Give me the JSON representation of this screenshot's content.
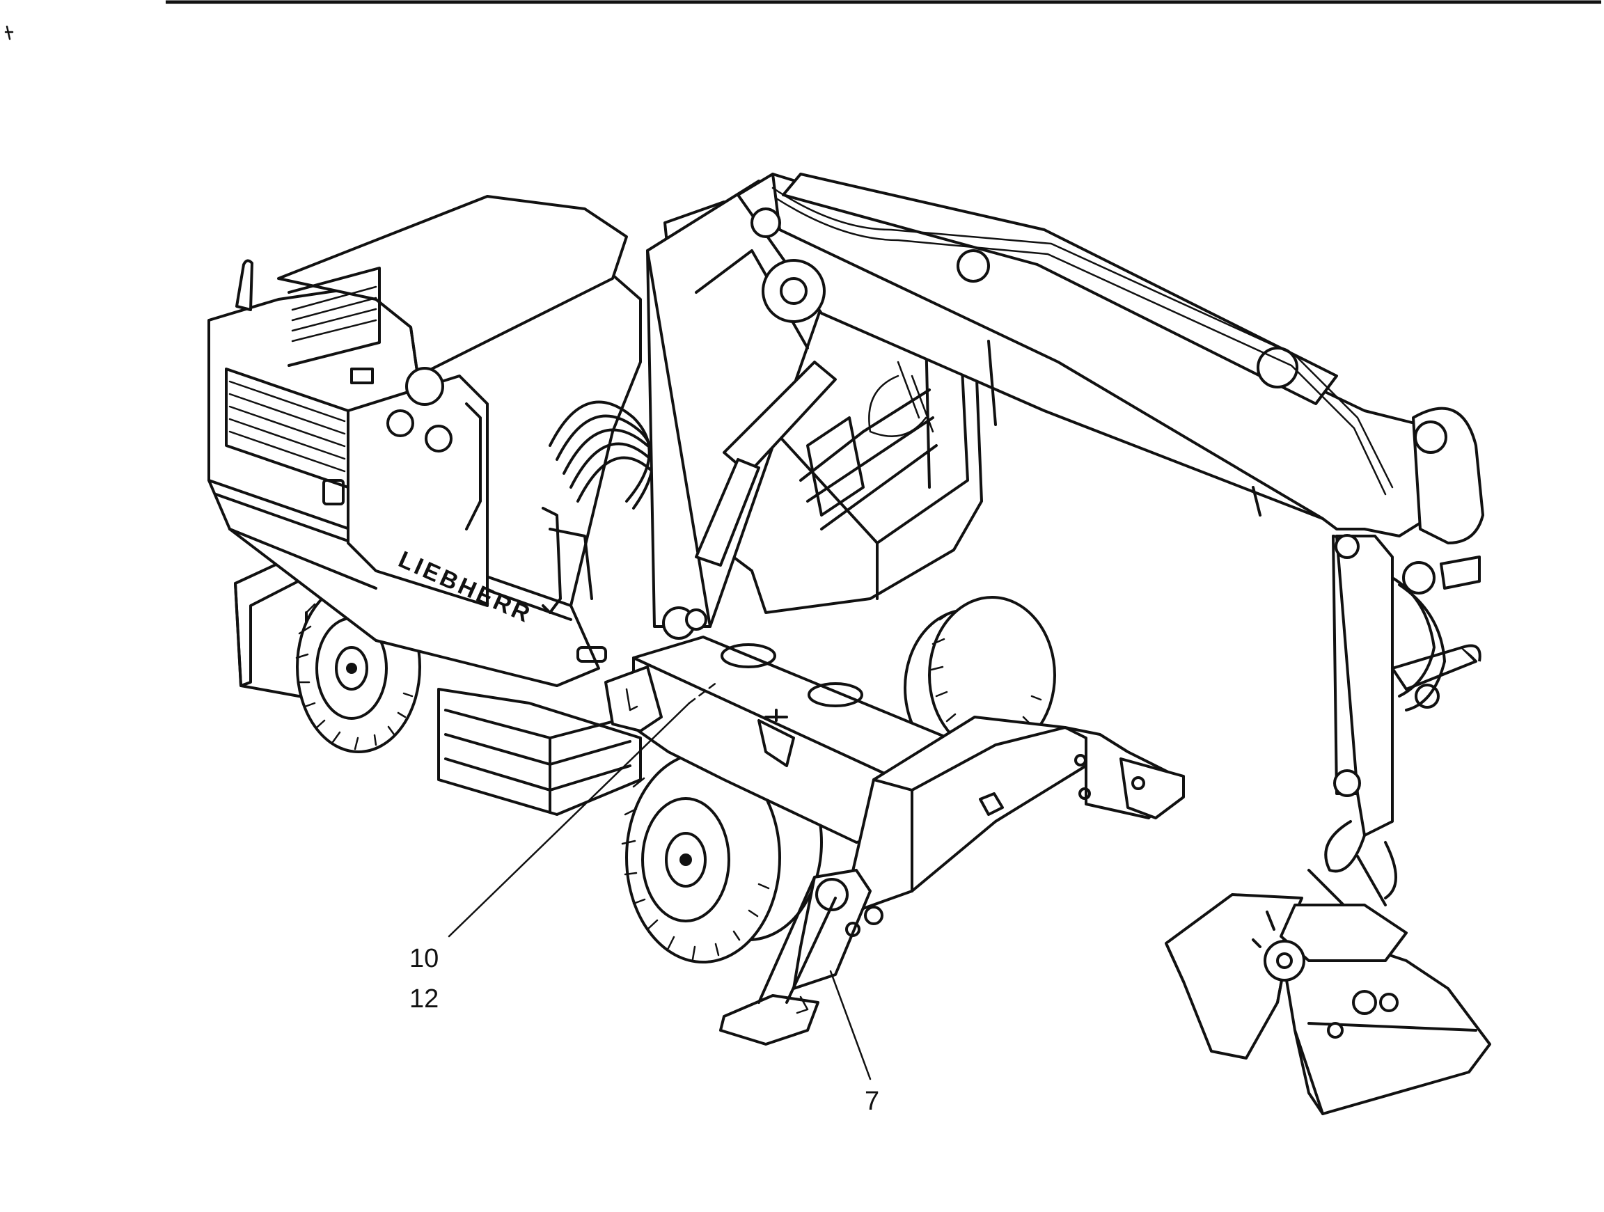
{
  "callouts": {
    "label_10": "10",
    "label_12": "12",
    "label_7": "7"
  },
  "brand_plate": {
    "text": "LIEBHERR"
  },
  "colors": {
    "ink": "#111111",
    "paper": "#ffffff"
  }
}
